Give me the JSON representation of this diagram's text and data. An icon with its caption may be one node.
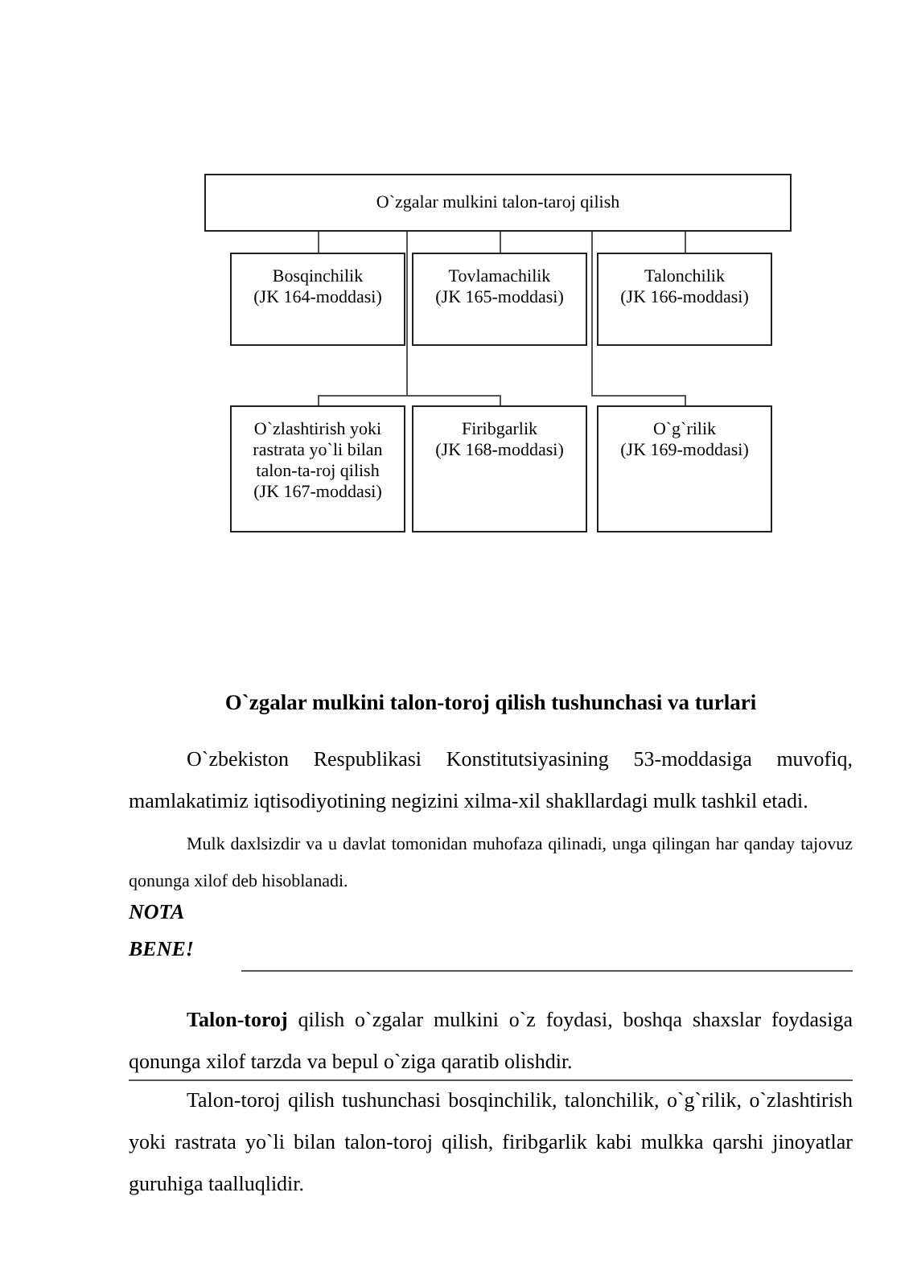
{
  "diagram": {
    "nodes": [
      {
        "text": [
          "O`zgalar mulkini talon-taroj qilish"
        ]
      },
      {
        "text": [
          "Bosqinchilik (JK 164-moddasi)"
        ]
      },
      {
        "text": [
          "Tovlamachilik (JK 165-moddasi)"
        ]
      },
      {
        "text": [
          "Talonchilik (JK 166-moddasi)"
        ]
      },
      {
        "text": [
          "O`zlashtirish yoki rastrata yo`li bilan talon-ta-roj qilish (JK 167-moddasi)"
        ]
      },
      {
        "text": [
          "Firibgarlik (JK 168-moddasi)"
        ]
      },
      {
        "text": [
          "O`g`rilik (JK 169-moddasi)"
        ]
      }
    ],
    "edges": [
      {
        "from": 0,
        "to": 1,
        "arrow": "none"
      },
      {
        "from": 0,
        "to": 2,
        "arrow": "none"
      },
      {
        "from": 0,
        "to": 3,
        "arrow": "none"
      },
      {
        "from": 0,
        "to": 4,
        "arrow": "none"
      },
      {
        "from": 0,
        "to": 5,
        "arrow": "none"
      },
      {
        "from": 0,
        "to": 6,
        "arrow": "none"
      }
    ],
    "labels": [
      "O`zgalar mulkini talon-toroj qilish tushunchasi va turlari",
      "O`zbekiston Respublikasi Konstitutsiyasining 53-moddasiga muvofiq, mamlakatimiz iqtisodiyotining negizini xilma-xil shakllardagi mulk tashkil etadi.",
      "Mulk daxlsizdir va u davlat tomonidan muhofaza qilinadi, unga qilingan har qanday tajovuz qonunga xilof deb hisoblanadi.",
      "NOTA BENE!",
      "**Talon-toroj** qilish o`zgalar mulkini o`z foydasi, boshqa shaxslar foydasiga qonunga xilof tarzda va bepul o`ziga qaratib olishdir.",
      "Talon-toroj qilish tushunchasi bosqinchilik, talonchilik, o`g`rilik, o`zlashtirish yoki rastrata yo`li bilan talon-toroj qilish, firibgarlik kabi mulkka qarshi jinoyatlar guruhiga taalluqlidir."
    ]
  }
}
